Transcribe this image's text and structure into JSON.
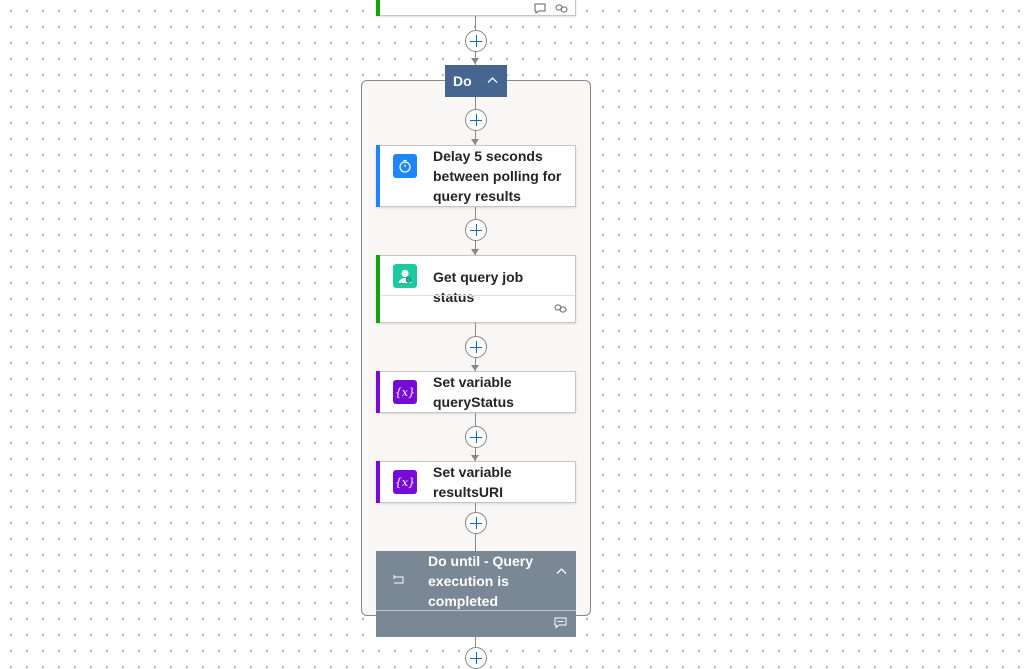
{
  "top_card": {
    "icons": [
      "comment-icon",
      "link-icon"
    ],
    "stripe_color": "#13a10e"
  },
  "scope": {
    "label": "Do",
    "collapse_icon": "chevron-up-icon",
    "header_color": "#466591"
  },
  "actions": [
    {
      "title": "Delay 5 seconds between polling for query results",
      "icon": "timer-icon",
      "icon_color": "#1f85ff",
      "stripe_color": "#1f85ff"
    },
    {
      "title": "Get query job status",
      "icon": "query-job-icon",
      "icon_color": "#1ec8a0",
      "stripe_color": "#13a10e",
      "footer_icon": "link-icon"
    },
    {
      "title": "Set variable queryStatus",
      "icon": "variable-icon",
      "icon_color": "#770bd6",
      "stripe_color": "#770bd6"
    },
    {
      "title": "Set variable resultsURI",
      "icon": "variable-icon",
      "icon_color": "#770bd6",
      "stripe_color": "#770bd6"
    }
  ],
  "loop": {
    "title": "Do until - Query execution is completed",
    "icon": "loop-icon",
    "collapse_icon": "chevron-up-icon",
    "footer_icon": "comment-icon",
    "color": "#7a8795"
  }
}
